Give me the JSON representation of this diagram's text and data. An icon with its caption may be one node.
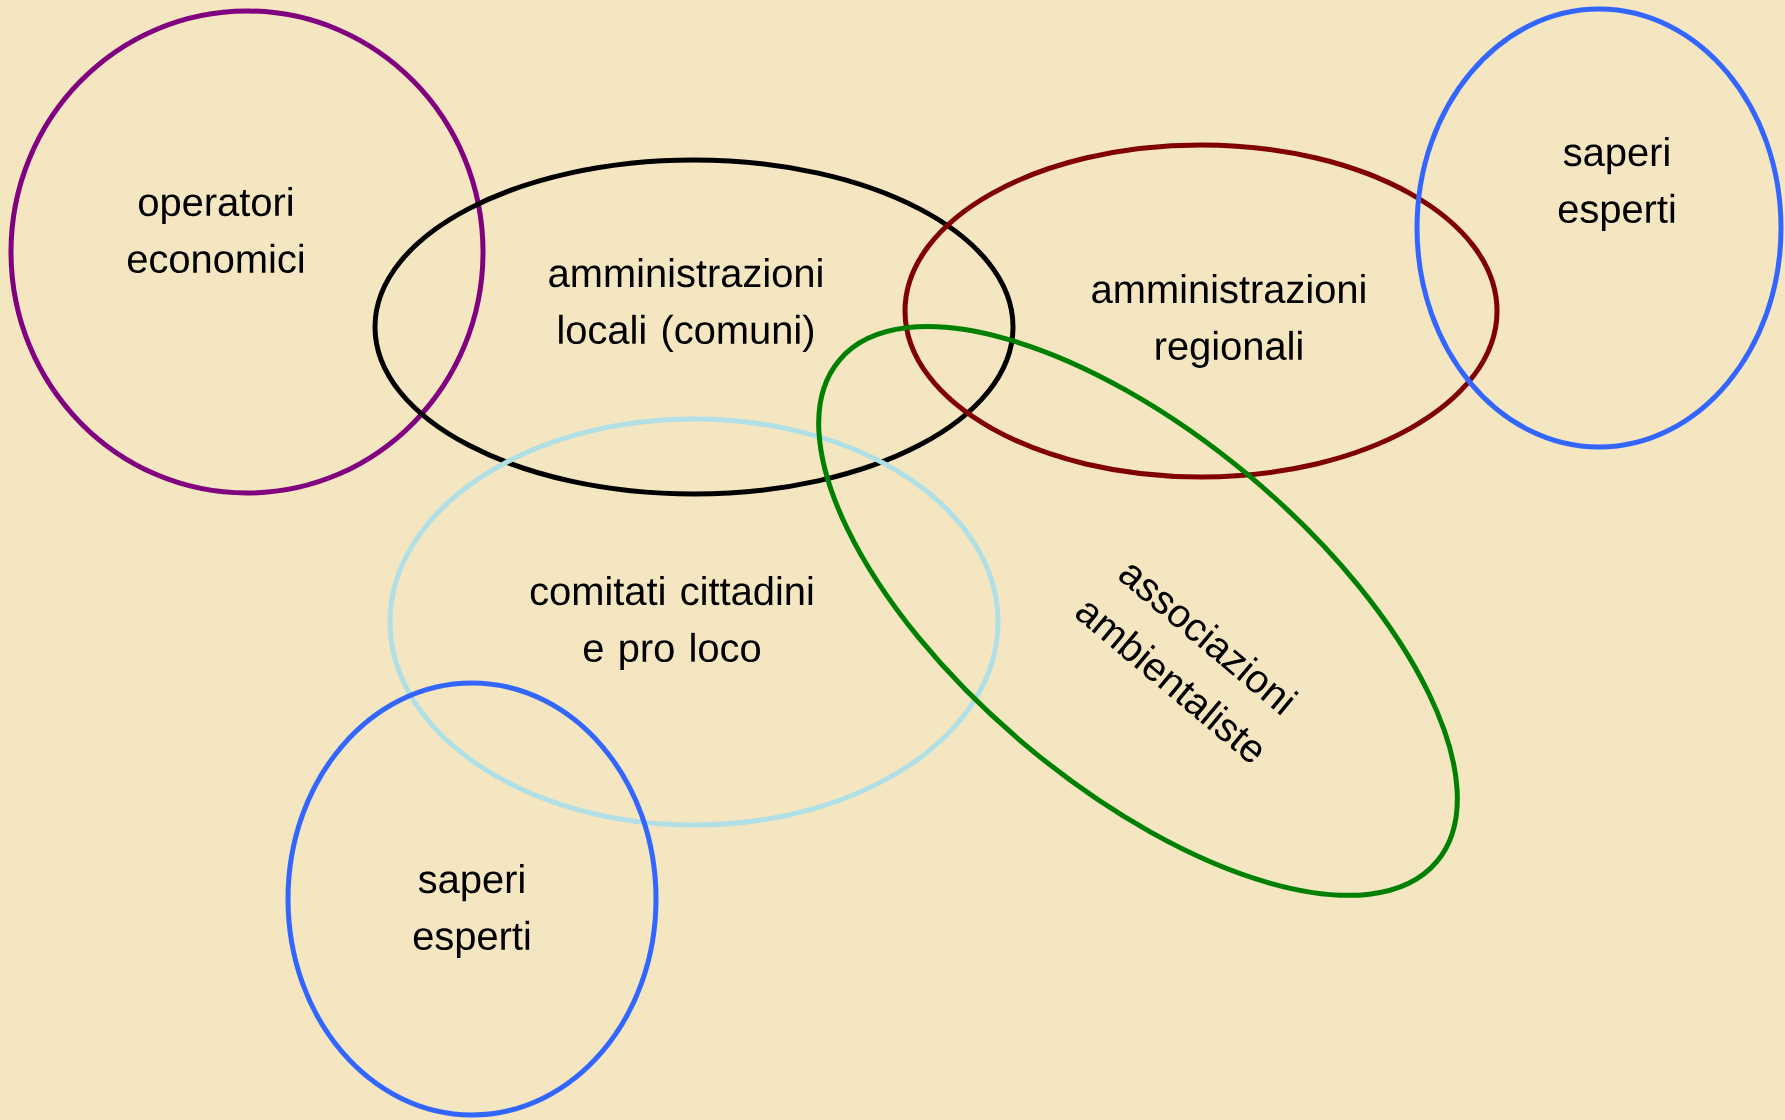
{
  "diagram": {
    "nodes": [
      {
        "text": [
          "operatori economici"
        ]
      },
      {
        "text": [
          "amministrazioni locali (comuni)"
        ]
      },
      {
        "text": [
          "amministrazioni regionali"
        ]
      },
      {
        "text": [
          "saperi esperti"
        ]
      },
      {
        "text": [
          "comitati cittadini e pro loco"
        ]
      },
      {
        "text": [
          "associazioni ambientaliste"
        ]
      },
      {
        "text": [
          "saperi esperti"
        ]
      }
    ]
  }
}
